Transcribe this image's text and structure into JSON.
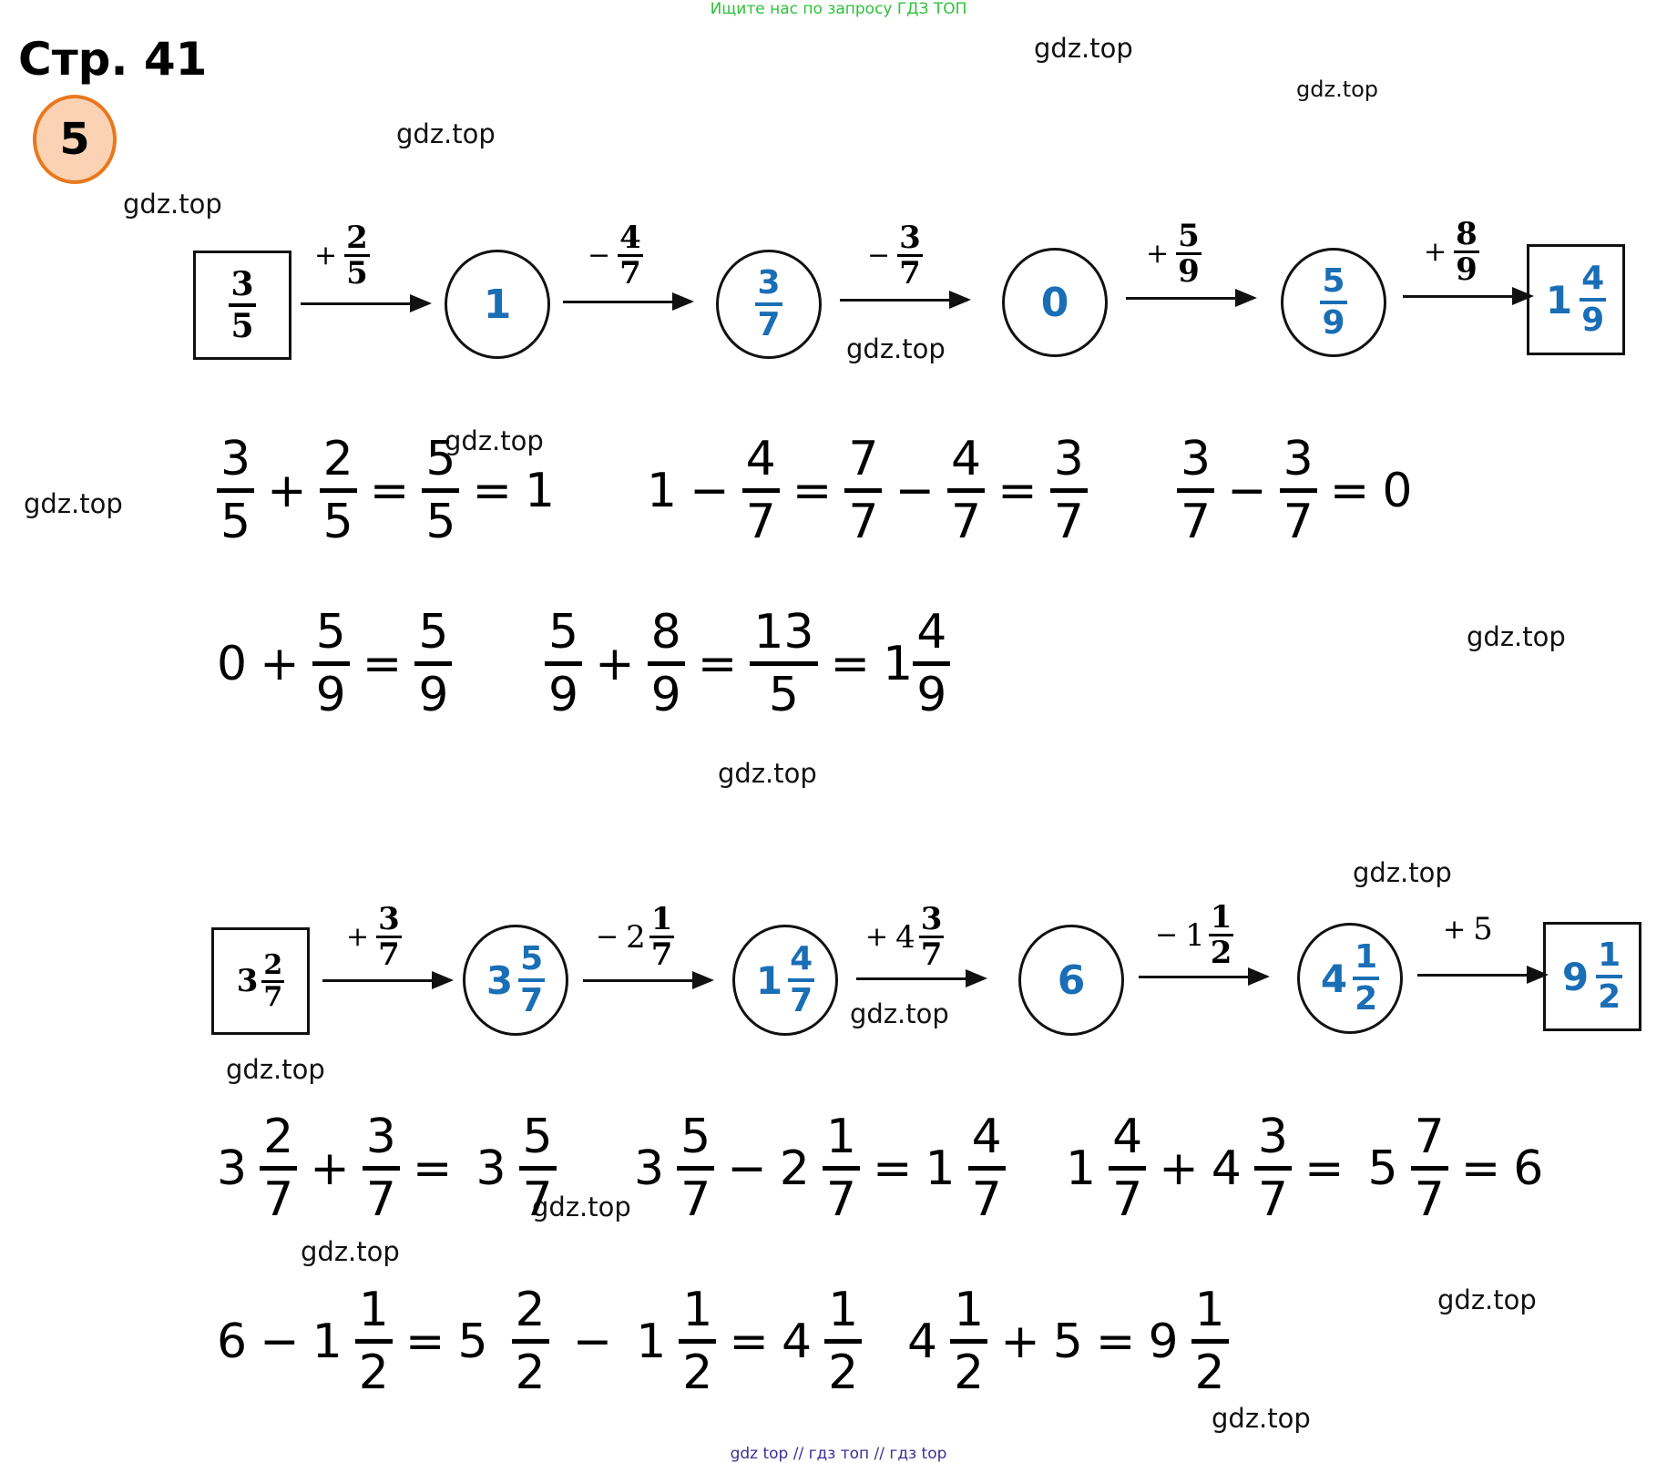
{
  "banner": "Ищите нас по запросу ГДЗ ТОП",
  "page_title": "Стр. 41",
  "task_number": "5",
  "watermark": "gdz.top",
  "footer": "gdz top  //  гдз топ  //  гдз top",
  "chain1": {
    "start": {
      "n": "3",
      "d": "5"
    },
    "nodes": [
      {
        "whole": "1"
      },
      {
        "n": "3",
        "d": "7"
      },
      {
        "whole": "0"
      },
      {
        "n": "5",
        "d": "9"
      },
      {
        "whole": "1",
        "n": "4",
        "d": "9"
      }
    ],
    "ops": [
      {
        "sign": "+",
        "n": "2",
        "d": "5"
      },
      {
        "sign": "−",
        "n": "4",
        "d": "7"
      },
      {
        "sign": "−",
        "n": "3",
        "d": "7"
      },
      {
        "sign": "+",
        "n": "5",
        "d": "9"
      },
      {
        "sign": "+",
        "n": "8",
        "d": "9"
      }
    ]
  },
  "chain2": {
    "start": {
      "whole": "3",
      "n": "2",
      "d": "7"
    },
    "nodes": [
      {
        "whole": "3",
        "n": "5",
        "d": "7"
      },
      {
        "whole": "1",
        "n": "4",
        "d": "7"
      },
      {
        "whole": "6"
      },
      {
        "whole": "4",
        "n": "1",
        "d": "2"
      },
      {
        "whole": "9",
        "n": "1",
        "d": "2"
      }
    ],
    "ops": [
      {
        "sign": "+",
        "n": "3",
        "d": "7"
      },
      {
        "sign": "−",
        "whole": "2",
        "n": "1",
        "d": "7"
      },
      {
        "sign": "+",
        "whole": "4",
        "n": "3",
        "d": "7"
      },
      {
        "sign": "−",
        "whole": "1",
        "n": "1",
        "d": "2"
      },
      {
        "sign": "+",
        "whole": "5"
      }
    ]
  },
  "eq": {
    "a1": "3",
    "a2": "5",
    "a3": "2",
    "a4": "5",
    "a5": "5",
    "a6": "5",
    "a7": "1",
    "b1": "1",
    "b2": "4",
    "b3": "7",
    "b4": "7",
    "b5": "7",
    "b6": "4",
    "b7": "7",
    "b8": "3",
    "b9": "7",
    "c1": "3",
    "c2": "7",
    "c3": "3",
    "c4": "7",
    "c5": "0",
    "d1": "0",
    "d2": "5",
    "d3": "9",
    "d4": "5",
    "d5": "9",
    "e1": "5",
    "e2": "9",
    "e3": "8",
    "e4": "9",
    "e5": "13",
    "e6": "5",
    "e7": "1",
    "e8": "4",
    "e9": "9",
    "f1": "3",
    "f2": "2",
    "f3": "7",
    "f4": "3",
    "f5": "7",
    "f6": "3",
    "f7": "5",
    "f8": "7",
    "g1": "3",
    "g2": "5",
    "g3": "7",
    "g4": "2",
    "g5": "1",
    "g6": "7",
    "g7": "1",
    "g8": "4",
    "g9": "7",
    "h1": "1",
    "h2": "4",
    "h3": "7",
    "h4": "4",
    "h5": "3",
    "h6": "7",
    "h7": "5",
    "h8": "7",
    "h9": "7",
    "h10": "6",
    "i1": "6",
    "i2": "1",
    "i3": "1",
    "i4": "2",
    "i5": "5",
    "i6": "2",
    "i7": "2",
    "i8": "1",
    "i9": "1",
    "i10": "2",
    "i11": "4",
    "i12": "1",
    "i13": "2",
    "j1": "4",
    "j2": "1",
    "j3": "2",
    "j4": "5",
    "j5": "9",
    "j6": "1",
    "j7": "2"
  }
}
